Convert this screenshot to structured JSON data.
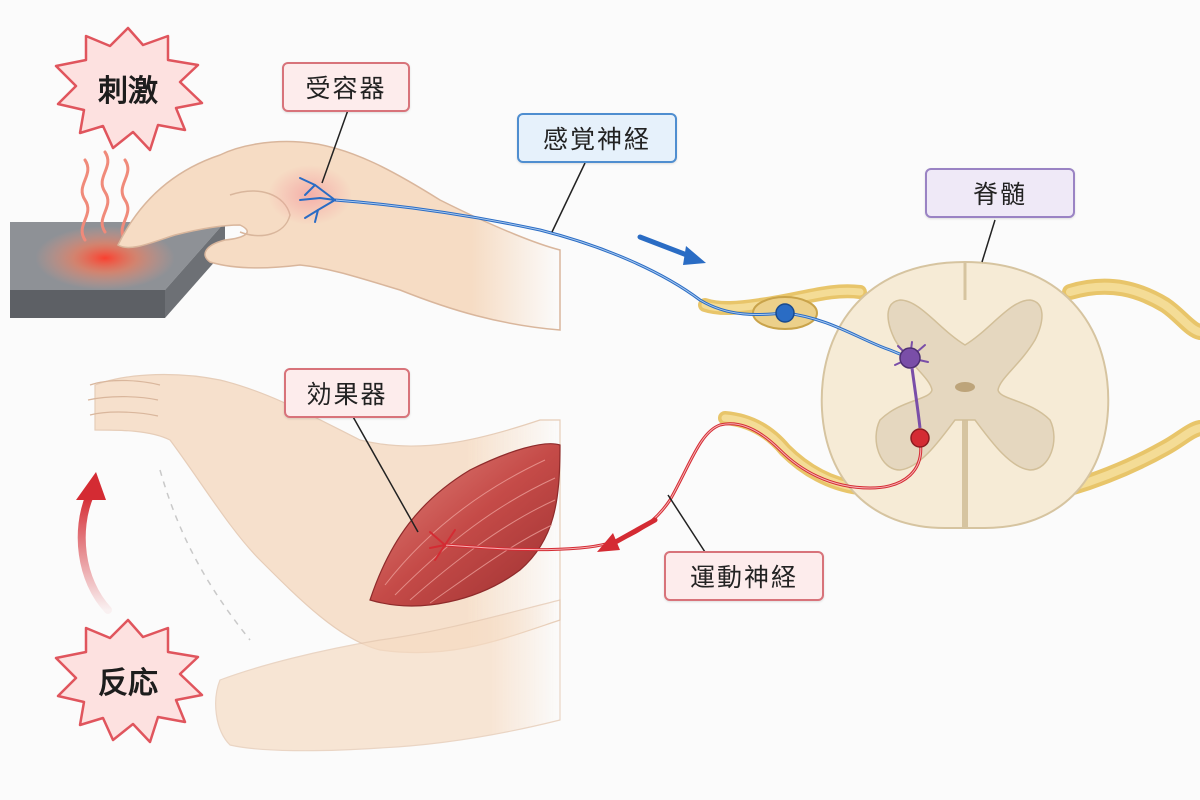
{
  "labels": {
    "stimulus": "刺激",
    "receptor": "受容器",
    "sensory_nerve": "感覚神経",
    "spinal_cord": "脊髄",
    "effector": "効果器",
    "motor_nerve": "運動神経",
    "response": "反応"
  },
  "colors": {
    "sensory": "#2a6cc4",
    "motor": "#d42b33",
    "interneuron": "#7a4ea8",
    "nerve_root": "#e8c56a",
    "spinal_white_matter": "#f6ebd6",
    "spinal_gray_matter": "#e5d7bf",
    "skin": "#f6dcc4",
    "muscle": "#c8504e",
    "burst_fill": "#fde1e0",
    "burst_stroke": "#e0555d"
  },
  "icons": {
    "stimulus": "starburst",
    "response": "starburst",
    "sensory_direction": "arrow-right",
    "motor_direction": "arrow-left",
    "response_motion": "curved-arrow-up"
  }
}
